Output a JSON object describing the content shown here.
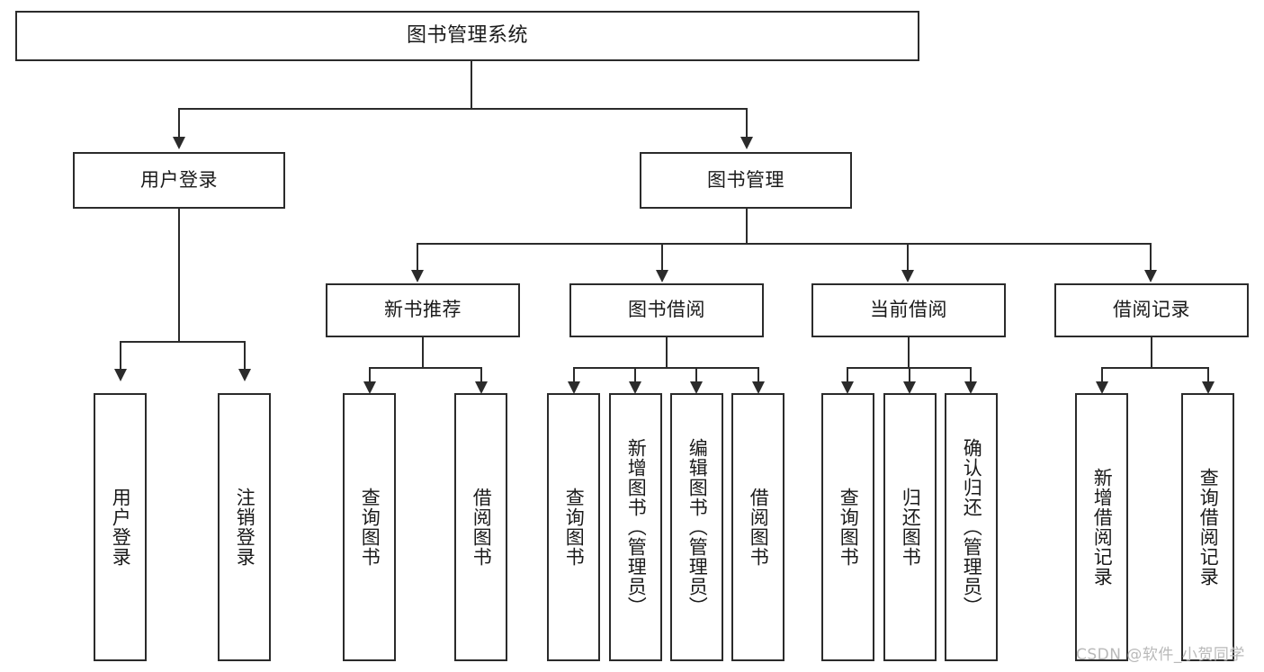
{
  "diagram": {
    "type": "tree-hierarchy",
    "title": "图书管理系统",
    "watermark": "CSDN @软件_小贺同学",
    "colors": {
      "stroke": "#2b2b2b",
      "fill": "#ffffff",
      "text": "#1a1a1a",
      "watermark": "#b9b9b9"
    },
    "nodes": {
      "root": {
        "label": "图书管理系统"
      },
      "level2": [
        {
          "id": "user-login",
          "label": "用户登录"
        },
        {
          "id": "book-management",
          "label": "图书管理"
        }
      ],
      "level3": [
        {
          "id": "new-book-recommend",
          "label": "新书推荐"
        },
        {
          "id": "book-borrow",
          "label": "图书借阅"
        },
        {
          "id": "current-borrow",
          "label": "当前借阅"
        },
        {
          "id": "borrow-record",
          "label": "借阅记录"
        }
      ],
      "leaves": {
        "user-login": [
          {
            "id": "leaf-user-login",
            "label": "用户登录"
          },
          {
            "id": "leaf-logout-login",
            "label": "注销登录"
          }
        ],
        "new-book-recommend": [
          {
            "id": "leaf-query-book-1",
            "label": "查询图书"
          },
          {
            "id": "leaf-borrow-book-1",
            "label": "借阅图书"
          }
        ],
        "book-borrow": [
          {
            "id": "leaf-query-book-2",
            "label": "查询图书"
          },
          {
            "id": "leaf-add-book",
            "label": "新增图书（管理员）"
          },
          {
            "id": "leaf-edit-book",
            "label": "编辑图书（管理员）"
          },
          {
            "id": "leaf-borrow-book-2",
            "label": "借阅图书"
          }
        ],
        "current-borrow": [
          {
            "id": "leaf-query-book-3",
            "label": "查询图书"
          },
          {
            "id": "leaf-return-book",
            "label": "归还图书"
          },
          {
            "id": "leaf-confirm-return",
            "label": "确认归还（管理员）"
          }
        ],
        "borrow-record": [
          {
            "id": "leaf-add-record",
            "label": "新增借阅记录"
          },
          {
            "id": "leaf-query-record",
            "label": "查询借阅记录"
          }
        ]
      }
    }
  }
}
